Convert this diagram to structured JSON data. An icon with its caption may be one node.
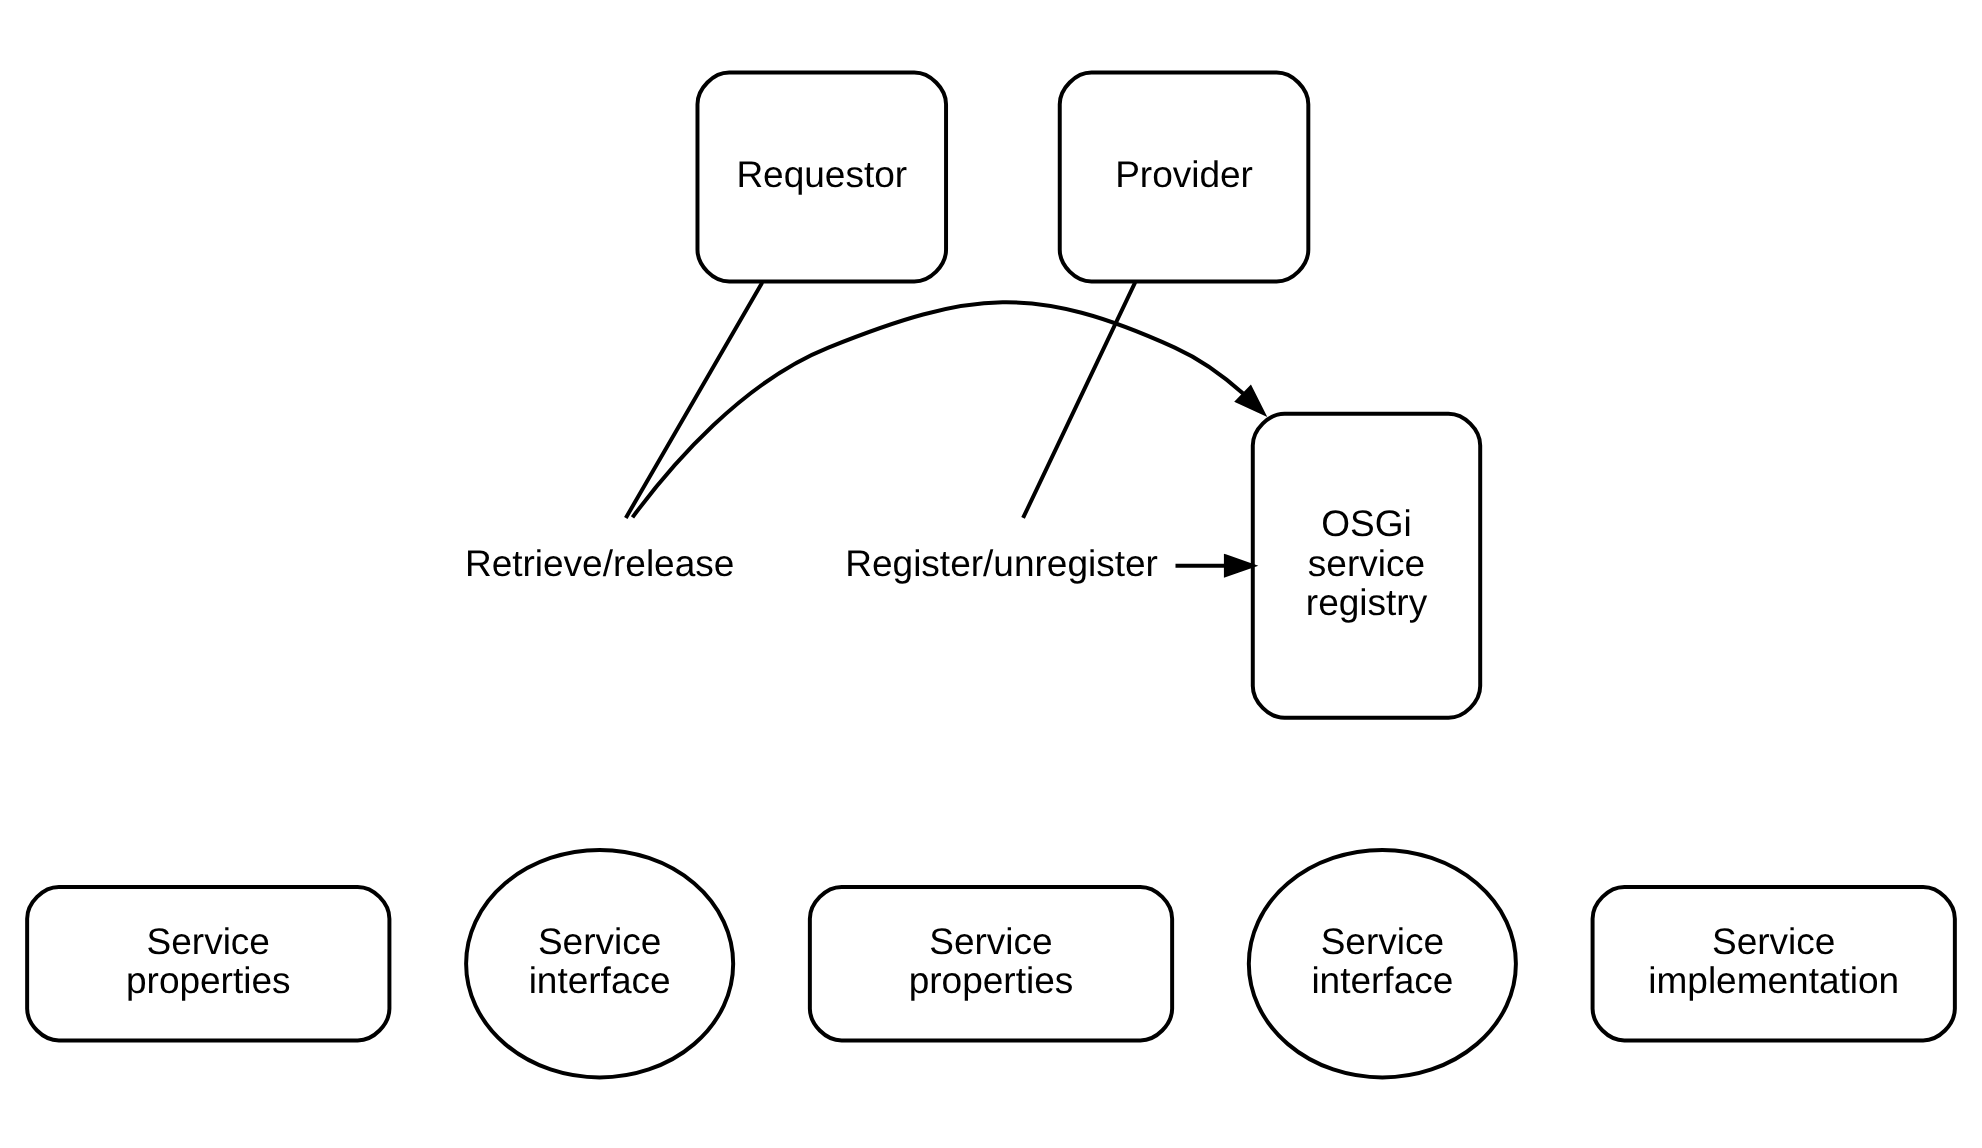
{
  "diagram": {
    "nodes": [
      {
        "text": [
          "Requestor"
        ]
      },
      {
        "text": [
          "Provider"
        ]
      },
      {
        "text": [
          "Retrieve/release"
        ]
      },
      {
        "text": [
          "OSGi service registry"
        ]
      },
      {
        "text": [
          "Register/unregister"
        ]
      },
      {
        "text": [
          "Service interface"
        ]
      },
      {
        "text": [
          "Service properties"
        ]
      },
      {
        "text": [
          "Service properties"
        ]
      },
      {
        "text": [
          "Service interface"
        ]
      },
      {
        "text": [
          "Service implementation"
        ]
      }
    ],
    "edges": [
      {
        "from": 0,
        "to": 2,
        "arrow": "none"
      },
      {
        "from": 2,
        "to": 3,
        "arrow": "to"
      },
      {
        "from": 1,
        "to": 4,
        "arrow": "none"
      },
      {
        "from": 4,
        "to": 3,
        "arrow": "to"
      }
    ]
  }
}
